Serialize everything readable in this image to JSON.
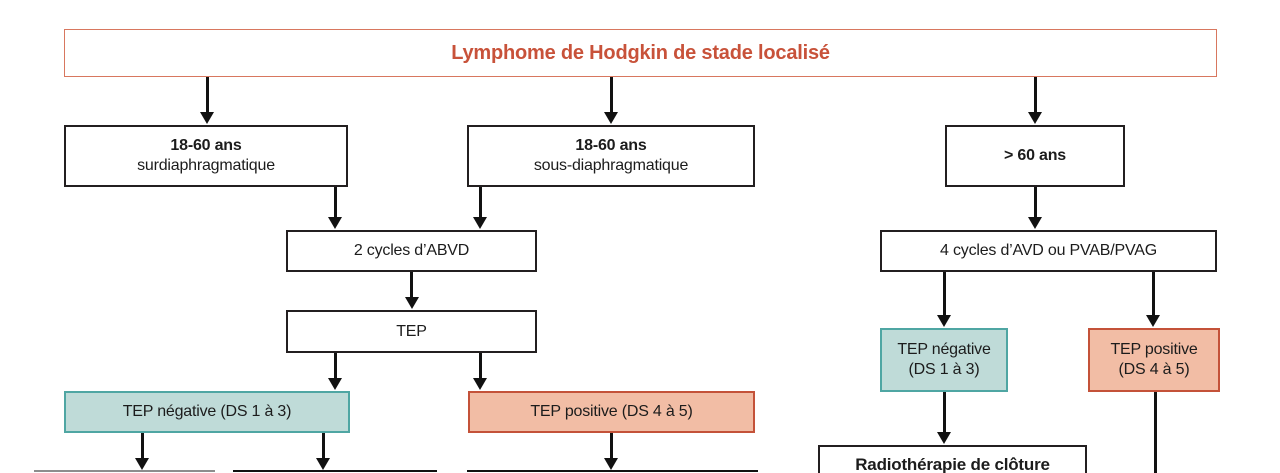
{
  "colors": {
    "accent-text": "#c8523a",
    "accent-border": "#d8775f",
    "teal-fill": "#bfdbd8",
    "teal-border": "#4fa6a3",
    "salmon-fill": "#f2bda5",
    "salmon-border": "#c45239",
    "node-border": "#231f20",
    "arrow": "#111111"
  },
  "flowchart": {
    "title": "Lymphome de Hodgkin de stade localisé",
    "branch_left": {
      "age_supra": {
        "line1": "18-60 ans",
        "line2": "surdiaphragmatique"
      },
      "age_sub": {
        "line1": "18-60 ans",
        "line2": "sous-diaphragmatique"
      },
      "chemo": "2 cycles d’ABVD",
      "pet": "TEP",
      "pet_negative": "TEP négative (DS 1 à 3)",
      "pet_positive": "TEP positive (DS 4 à 5)"
    },
    "branch_right": {
      "age_over_60": "> 60 ans",
      "chemo": "4 cycles d’AVD ou PVAB/PVAG",
      "pet_negative": {
        "line1": "TEP négative",
        "line2": "(DS 1 à 3)"
      },
      "pet_positive": {
        "line1": "TEP positive",
        "line2": "(DS 4 à 5)"
      },
      "radiotherapy": "Radiothérapie de clôture"
    }
  }
}
